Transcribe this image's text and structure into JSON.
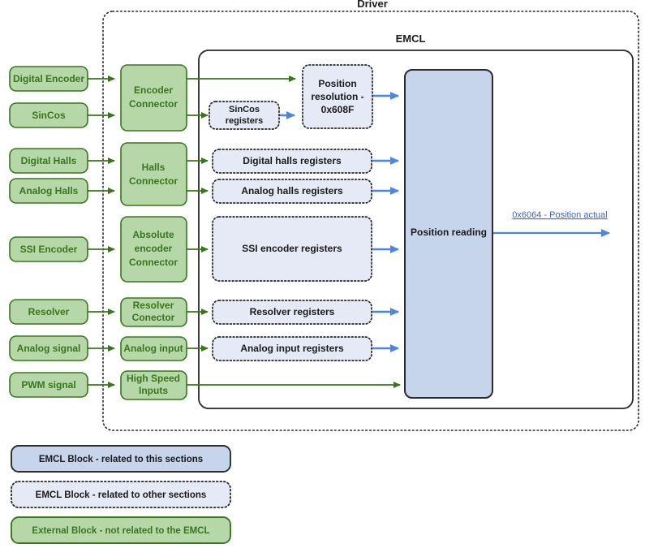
{
  "diagram": {
    "containers": [
      {
        "id": "driver",
        "title": "Driver",
        "style": "dotted"
      },
      {
        "id": "emcl",
        "title": "EMCL",
        "style": "solid"
      }
    ],
    "external_blocks": [
      {
        "id": "digital-encoder",
        "label": "Digital Encoder"
      },
      {
        "id": "sincos",
        "label": "SinCos"
      },
      {
        "id": "digital-halls",
        "label": "Digital Halls"
      },
      {
        "id": "analog-halls",
        "label": "Analog Halls"
      },
      {
        "id": "ssi-encoder",
        "label": "SSI Encoder"
      },
      {
        "id": "resolver",
        "label": "Resolver"
      },
      {
        "id": "analog-signal",
        "label": "Analog signal"
      },
      {
        "id": "pwm-signal",
        "label": "PWM signal"
      }
    ],
    "connector_blocks": [
      {
        "id": "encoder-connector",
        "label": "Encoder\nConnector"
      },
      {
        "id": "halls-connector",
        "label": "Halls\nConnector"
      },
      {
        "id": "absolute-encoder-connector",
        "label": "Absolute\nencoder\nConnector"
      },
      {
        "id": "resolver-connector",
        "label": "Resolver\nConector"
      },
      {
        "id": "analog-input",
        "label": "Analog input"
      },
      {
        "id": "high-speed-inputs",
        "label": "High Speed\nInputs"
      }
    ],
    "register_blocks": [
      {
        "id": "sincos-registers",
        "label": "SinCos\nregisters"
      },
      {
        "id": "position-resolution",
        "label": "Position\nresolution -\n0x608F"
      },
      {
        "id": "digital-halls-registers",
        "label": "Digital halls registers"
      },
      {
        "id": "analog-halls-registers",
        "label": "Analog halls registers"
      },
      {
        "id": "ssi-encoder-registers",
        "label": "SSI encoder registers"
      },
      {
        "id": "resolver-registers",
        "label": "Resolver registers"
      },
      {
        "id": "analog-input-registers",
        "label": "Analog input registers"
      }
    ],
    "emcl_blocks": [
      {
        "id": "position-reading",
        "label": "Position reading"
      }
    ],
    "output": {
      "id": "position-actual",
      "label": "0x6064 - Position actual"
    },
    "legend": [
      {
        "id": "legend-emcl-this",
        "label": "EMCL Block - related to this sections",
        "style": "solid-blue"
      },
      {
        "id": "legend-emcl-other",
        "label": "EMCL Block - related to other sections",
        "style": "dotted-blue"
      },
      {
        "id": "legend-external",
        "label": "External Block - not related to the EMCL",
        "style": "solid-green"
      }
    ]
  },
  "colors": {
    "green_fill": "#b6d7a8",
    "green_border": "#38761d",
    "green_text": "#38761d",
    "blue_fill": "#c6d4ec",
    "blue_border": "#2c2c2c",
    "register_fill": "#e6eaf6",
    "register_border": "#262626",
    "arrow_green": "#38761d",
    "arrow_blue": "#4a86e8",
    "link_blue": "#3c64d0",
    "container_border": "#262626"
  }
}
